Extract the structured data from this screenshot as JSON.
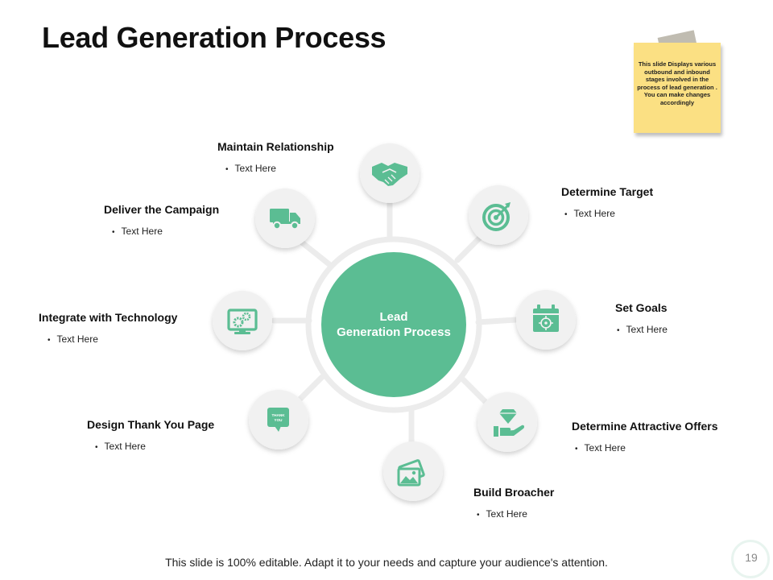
{
  "title": "Lead Generation Process",
  "note": "This slide Displays various outbound and inbound stages involved in the process of lead generation . You can make changes accordingly",
  "center": {
    "line1": "Lead",
    "line2": "Generation Process"
  },
  "stages": [
    {
      "title": "Maintain Relationship",
      "text": "Text Here",
      "icon": "handshake-icon"
    },
    {
      "title": "Determine Target",
      "text": "Text Here",
      "icon": "target-icon"
    },
    {
      "title": "Set Goals",
      "text": "Text Here",
      "icon": "calendar-target-icon"
    },
    {
      "title": "Determine Attractive Offers",
      "text": "Text Here",
      "icon": "diamond-hand-icon"
    },
    {
      "title": "Build Broacher",
      "text": "Text Here",
      "icon": "image-brochure-icon"
    },
    {
      "title": "Design Thank You Page",
      "text": "Text Here",
      "icon": "thank-you-bubble-icon",
      "icon_text": "THANK YOU"
    },
    {
      "title": "Integrate with Technology",
      "text": "Text Here",
      "icon": "monitor-gears-icon"
    },
    {
      "title": "Deliver the Campaign",
      "text": "Text Here",
      "icon": "delivery-truck-icon"
    }
  ],
  "footer": "This slide is 100% editable. Adapt it to your needs and capture your audience's attention.",
  "page_number": "19",
  "colors": {
    "accent": "#5bbd93",
    "node_fill": "#f1f1f1",
    "connector": "#ececec",
    "note": "#fbe083"
  }
}
